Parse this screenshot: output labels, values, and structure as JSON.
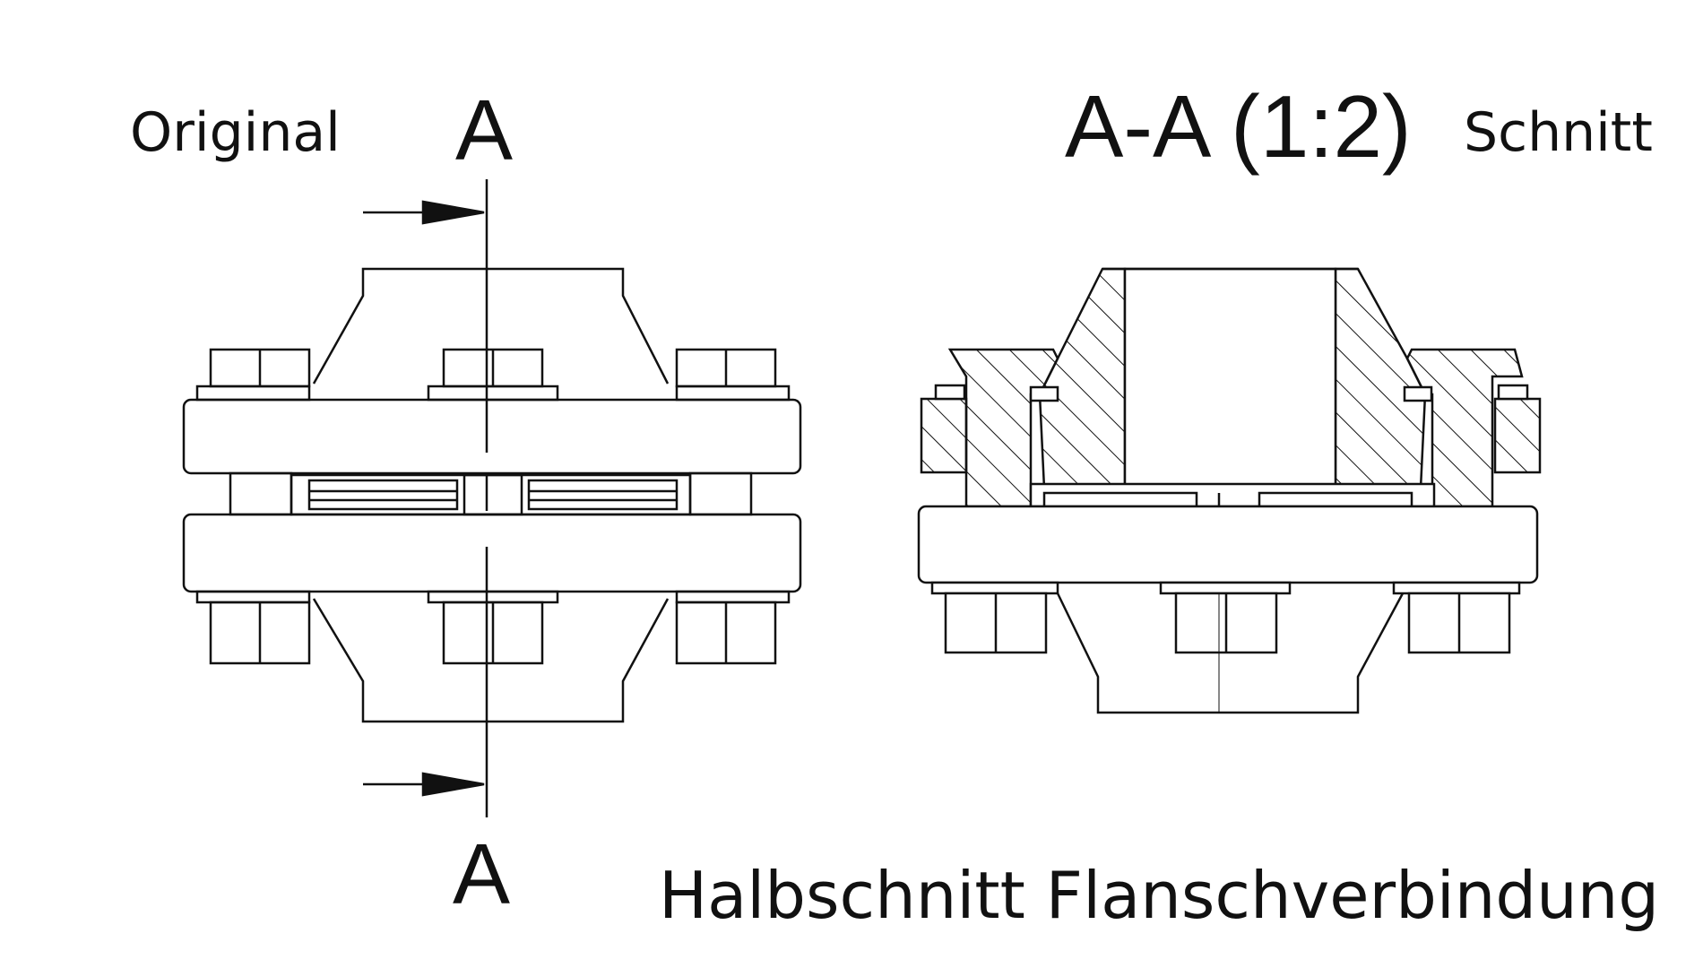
{
  "labels": {
    "original": "Original",
    "section_marker_top": "A",
    "section_marker_bottom": "A",
    "section_title": "A-A (1:2)",
    "schnitt": "Schnitt",
    "caption": "Halbschnitt Flanschverbindung"
  },
  "colors": {
    "line": "#111111",
    "background": "#ffffff"
  }
}
